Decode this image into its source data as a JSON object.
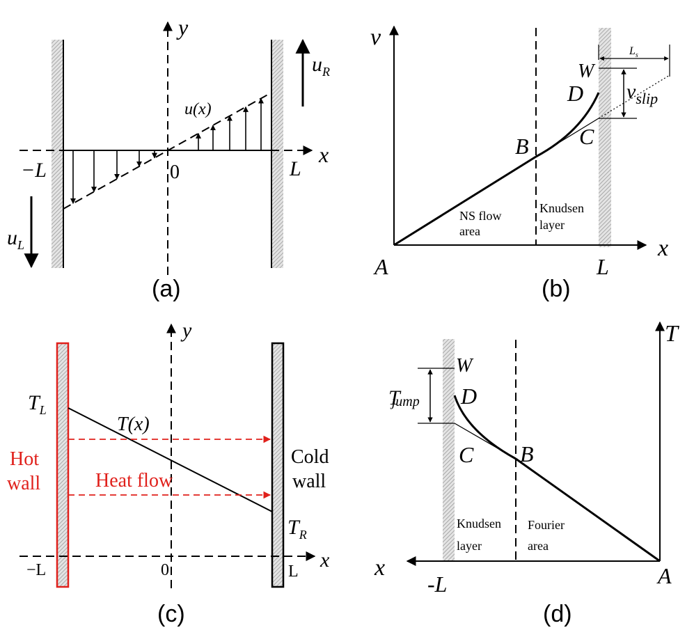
{
  "colors": {
    "hot": "#e0201b",
    "cold": "#000000",
    "hatch": "#bdbdbd",
    "wall_fill": "#d9d9d9"
  },
  "panel_a": {
    "label": "(a)",
    "axis_x": "x",
    "axis_y": "y",
    "neg_L": "−L",
    "origin": "0",
    "pos_L": "L",
    "profile": "u(x)",
    "uR_main": "u",
    "uR_sub": "R",
    "uL_main": "u",
    "uL_sub": "L"
  },
  "panel_b": {
    "label": "(b)",
    "axis_y": "v",
    "axis_x": "x",
    "A": "A",
    "B": "B",
    "C": "C",
    "D": "D",
    "W": "W",
    "L": "L",
    "Ls_main": "L",
    "Ls_sub": "s",
    "vslip_main": "v",
    "vslip_sub": "slip",
    "ns_line1": "NS flow",
    "ns_line2": "area",
    "kn_line1": "Knudsen",
    "kn_line2": "layer"
  },
  "panel_c": {
    "label": "(c)",
    "axis_x": "x",
    "axis_y": "y",
    "neg_L": "−L",
    "origin": "0",
    "pos_L": "L",
    "TL_main": "T",
    "TL_sub": "L",
    "TR_main": "T",
    "TR_sub": "R",
    "profile": "T(x)",
    "hot1": "Hot",
    "hot2": "wall",
    "cold1": "Cold",
    "cold2": "wall",
    "heat_flow": "Heat flow"
  },
  "panel_d": {
    "label": "(d)",
    "axis_T": "T",
    "axis_x": "x",
    "neg_L": "-L",
    "A": "A",
    "B": "B",
    "C": "C",
    "D": "D",
    "W": "W",
    "Tjump_main": "T",
    "Tjump_sub": "jump",
    "kn_line1": "Knudsen",
    "kn_line2": "layer",
    "fo_line1": "Fourier",
    "fo_line2": "area"
  }
}
